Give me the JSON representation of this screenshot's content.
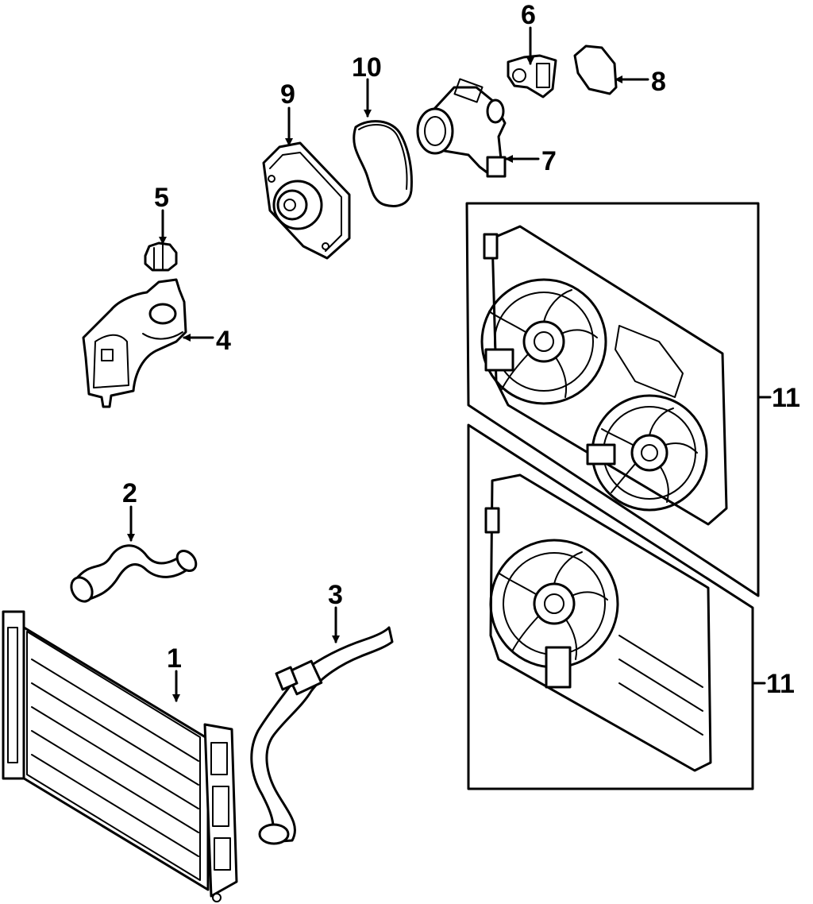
{
  "diagram": {
    "callouts": [
      {
        "id": "1",
        "text": "1",
        "part": "radiator"
      },
      {
        "id": "2",
        "text": "2",
        "part": "upper-hose"
      },
      {
        "id": "3",
        "text": "3",
        "part": "lower-hose"
      },
      {
        "id": "4",
        "text": "4",
        "part": "reservoir"
      },
      {
        "id": "5",
        "text": "5",
        "part": "reservoir-cap"
      },
      {
        "id": "6",
        "text": "6",
        "part": "temperature-sensor"
      },
      {
        "id": "7",
        "text": "7",
        "part": "thermostat-housing"
      },
      {
        "id": "8",
        "text": "8",
        "part": "housing-gasket"
      },
      {
        "id": "9",
        "text": "9",
        "part": "water-pump"
      },
      {
        "id": "10",
        "text": "10",
        "part": "pump-gasket"
      },
      {
        "id": "11a",
        "text": "11",
        "part": "fan-assembly-dual"
      },
      {
        "id": "11b",
        "text": "11",
        "part": "fan-assembly-single"
      }
    ]
  }
}
